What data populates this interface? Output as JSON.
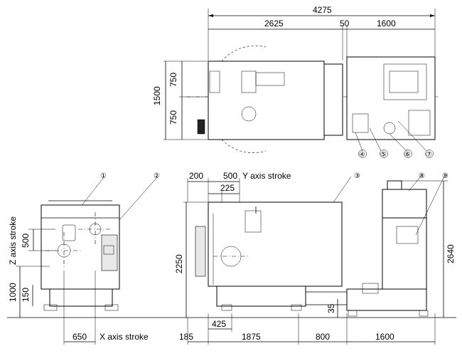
{
  "top_view": {
    "overall_length": "4275",
    "machine_length": "2625",
    "gap": "50",
    "tank_length": "1600",
    "overall_width": "1500",
    "half_width_upper": "750",
    "half_width_lower": "750",
    "callouts": [
      "④",
      "⑤",
      "⑥",
      "⑦"
    ]
  },
  "side_view": {
    "y_offset": "200",
    "y_stroke_value": "500",
    "y_stroke_label": "Y axis stroke",
    "y_sub": "225",
    "height_total": "2250",
    "tank_height": "2640",
    "floor_offset": "35",
    "left_offset": "185",
    "base_length": "1875",
    "mid_length": "800",
    "tank_length": "1600",
    "bottom_sub": "425",
    "callouts": [
      "③",
      "⑧",
      "⑨"
    ]
  },
  "front_view": {
    "z_stroke_value": "500",
    "z_stroke_label": "Z axis stroke",
    "height_a": "1000",
    "height_b": "150",
    "x_stroke_value": "650",
    "x_stroke_label": "X axis stroke",
    "callouts": [
      "①",
      "②"
    ]
  }
}
